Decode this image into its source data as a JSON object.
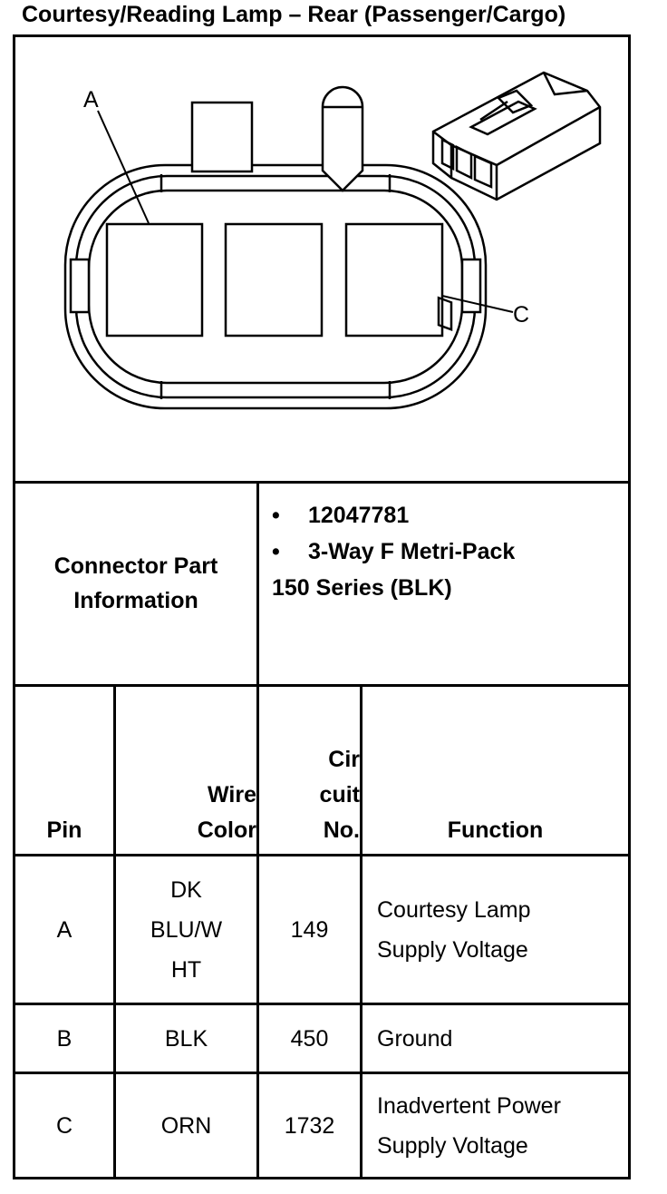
{
  "title": "Courtesy/Reading Lamp – Rear (Passenger/Cargo)",
  "diagram": {
    "label_a": "A",
    "label_c": "C"
  },
  "connector_part": {
    "label_line1": "Connector Part",
    "label_line2": "Information",
    "bullet": "•",
    "part_number": "12047781",
    "description_line1": "3-Way F Metri-Pack",
    "description_line2": "150 Series (BLK)"
  },
  "table": {
    "headers": {
      "pin": "Pin",
      "wire_color": [
        "Wire",
        "Color"
      ],
      "circuit_no": [
        "Cir",
        "cuit",
        "No."
      ],
      "function": "Function"
    },
    "rows": [
      {
        "pin": "A",
        "wire_color": [
          "DK",
          "BLU/W",
          "HT"
        ],
        "circuit": "149",
        "function": [
          "Courtesy Lamp",
          "Supply Voltage"
        ]
      },
      {
        "pin": "B",
        "wire_color": [
          "BLK"
        ],
        "circuit": "450",
        "function": [
          "Ground"
        ]
      },
      {
        "pin": "C",
        "wire_color": [
          "ORN"
        ],
        "circuit": "1732",
        "function": [
          "Inadvertent Power",
          "Supply Voltage"
        ]
      }
    ]
  }
}
